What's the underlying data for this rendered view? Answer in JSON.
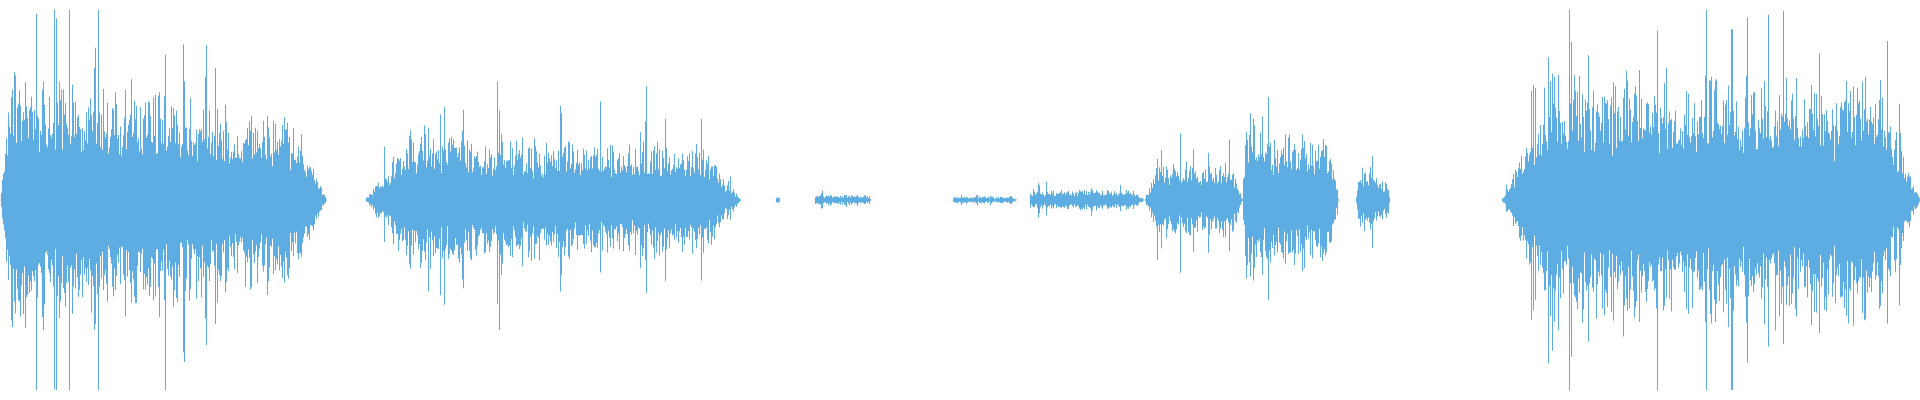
{
  "waveform": {
    "color": "#5dade2",
    "background": "#ffffff",
    "segments": [
      {
        "start": 0.0,
        "end": 0.17,
        "amp": 0.78,
        "attack": "sharp",
        "decay": 0.4
      },
      {
        "start": 0.19,
        "end": 0.386,
        "amp": 0.42,
        "attack": "fade",
        "decay": 0.25
      },
      {
        "start": 0.404,
        "end": 0.406,
        "amp": 0.02,
        "attack": "flat",
        "decay": 0.0
      },
      {
        "start": 0.424,
        "end": 0.454,
        "amp": 0.03,
        "attack": "flat",
        "decay": 0.0
      },
      {
        "start": 0.496,
        "end": 0.53,
        "amp": 0.02,
        "attack": "flat",
        "decay": 0.0
      },
      {
        "start": 0.536,
        "end": 0.596,
        "amp": 0.06,
        "attack": "flat",
        "decay": 0.0
      },
      {
        "start": 0.596,
        "end": 0.647,
        "amp": 0.22,
        "attack": "fade",
        "decay": 0.0
      },
      {
        "start": 0.647,
        "end": 0.697,
        "amp": 0.5,
        "attack": "sharp",
        "decay": 0.3
      },
      {
        "start": 0.706,
        "end": 0.724,
        "amp": 0.2,
        "attack": "fade",
        "decay": 0.5
      },
      {
        "start": 0.782,
        "end": 1.0,
        "amp": 0.78,
        "attack": "fade",
        "decay": 0.1
      }
    ]
  }
}
